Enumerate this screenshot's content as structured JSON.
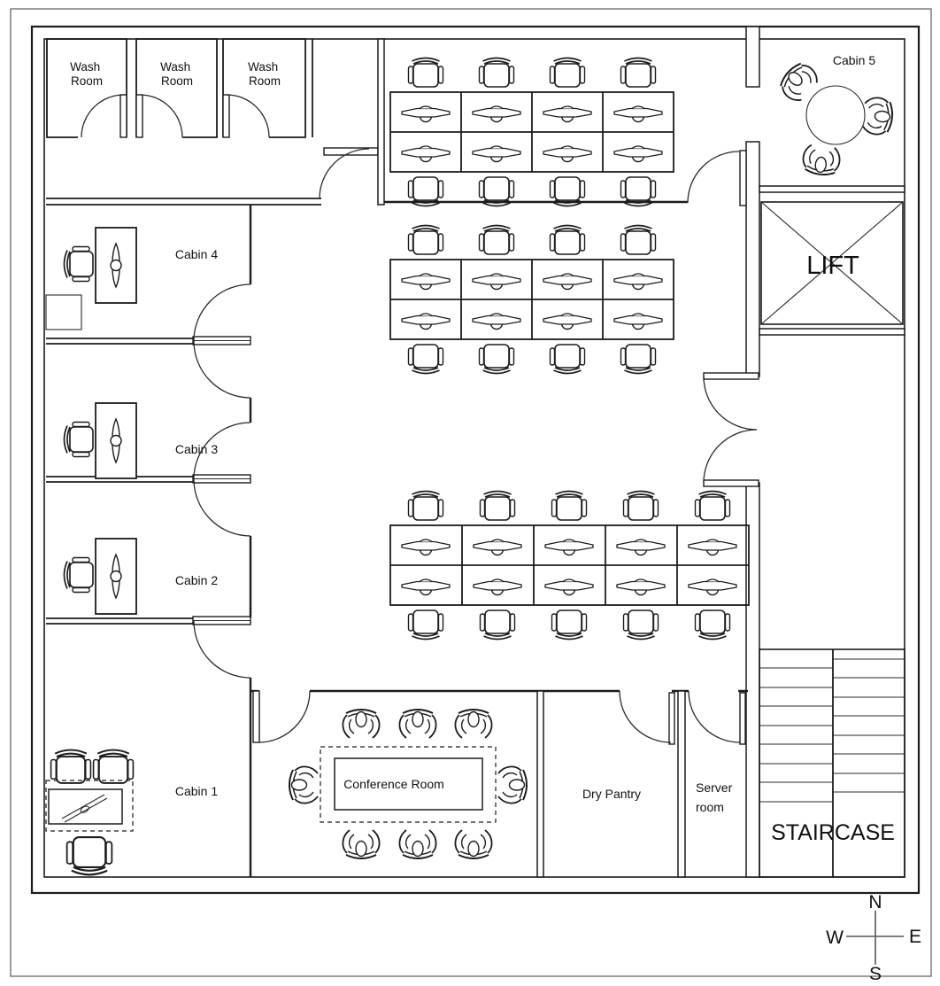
{
  "floorplan": {
    "washrooms": {
      "line1": "Wash",
      "line2": "Room"
    },
    "cabins": {
      "c1": "Cabin 1",
      "c2": "Cabin 2",
      "c3": "Cabin 3",
      "c4": "Cabin 4",
      "c5": "Cabin 5"
    },
    "lift": "LIFT",
    "staircase": "STAIRCASE",
    "conference": "Conference Room",
    "dry_pantry": "Dry Pantry",
    "server": {
      "line1": "Server",
      "line2": "room"
    },
    "compass": {
      "n": "N",
      "e": "E",
      "s": "S",
      "w": "W"
    },
    "colors": {
      "line": "#1c1c1c",
      "background": "#ffffff"
    }
  }
}
